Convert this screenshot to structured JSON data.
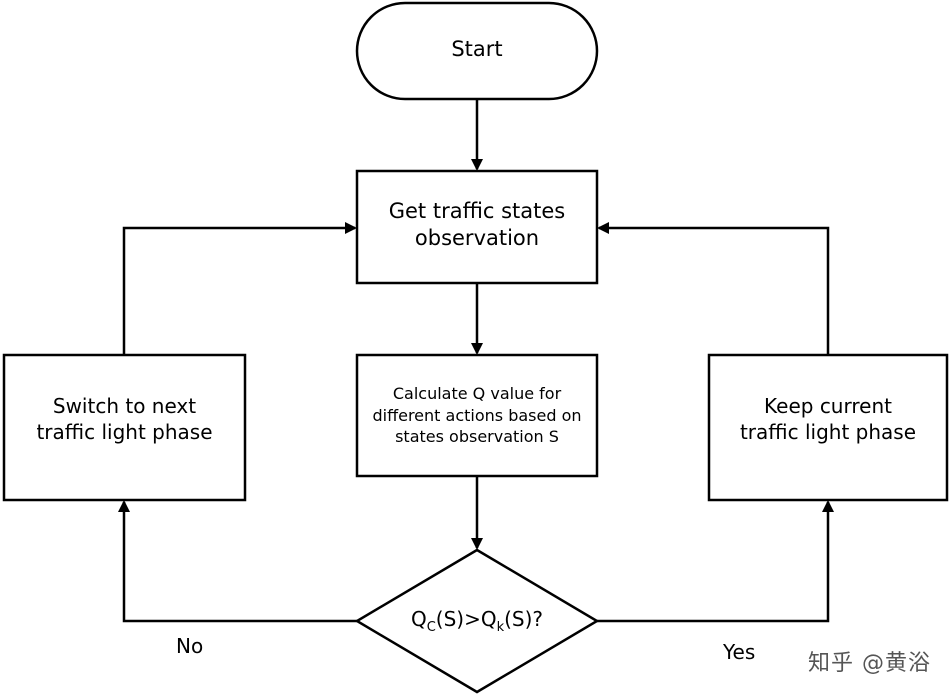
{
  "nodes": {
    "start": {
      "text": "Start"
    },
    "get_states": {
      "text": "Get traffic states\nobservation"
    },
    "calc_q": {
      "text": "Calculate Q value for\ndifferent actions based on\nstates observation S"
    },
    "switch_phase": {
      "text": "Switch to next\ntraffic light phase"
    },
    "keep_phase": {
      "text": "Keep current\ntraffic light phase"
    },
    "decision": {
      "q_symbol": "Q",
      "sub_c": "C",
      "mid": "(S)>Q",
      "sub_k": "k",
      "tail": "(S)?"
    }
  },
  "edges": {
    "no_label": "No",
    "yes_label": "Yes"
  },
  "watermark": "知乎 @黄浴",
  "colors": {
    "stroke": "#000000",
    "fill": "#ffffff"
  }
}
